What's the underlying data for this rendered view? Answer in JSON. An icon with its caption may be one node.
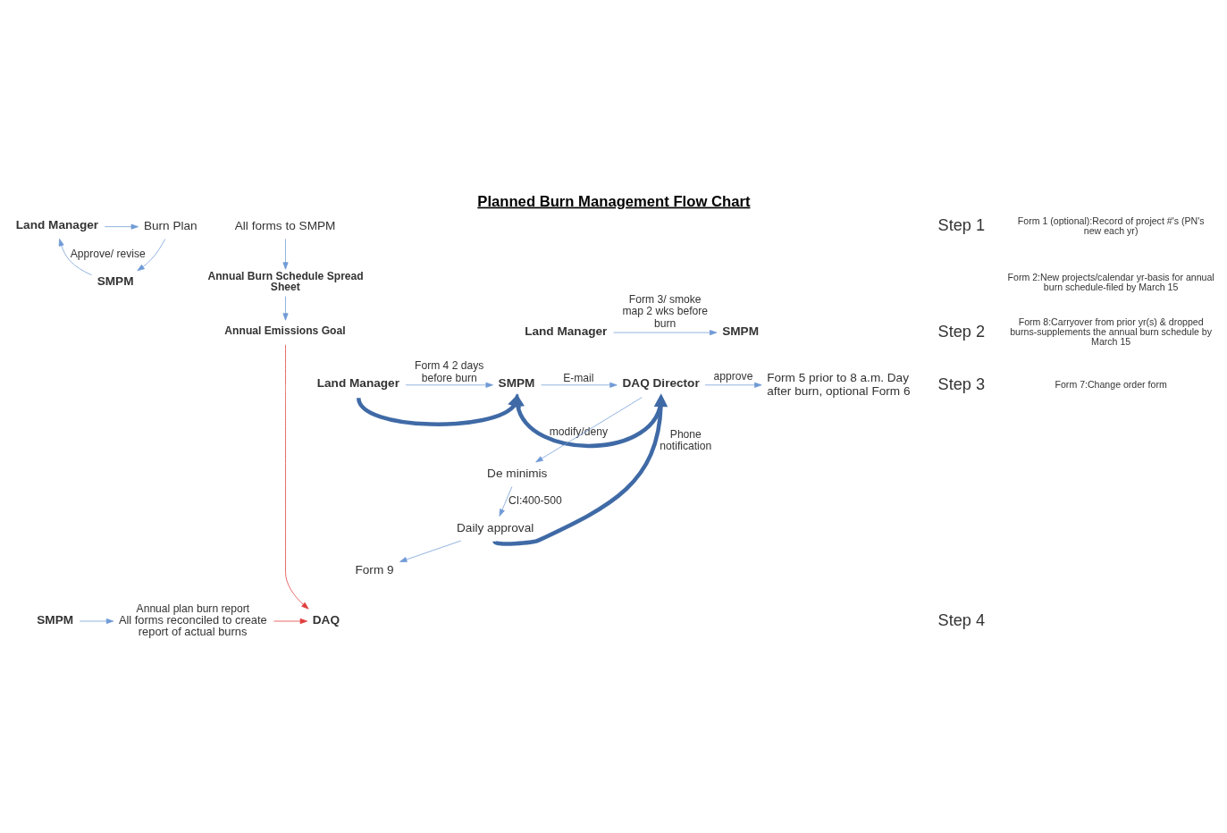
{
  "diagram": {
    "title": "Planned Burn Management Flow Chart",
    "nodes": [
      {
        "text": [
          "Land Manager"
        ]
      },
      {
        "text": [
          "Burn Plan"
        ]
      },
      {
        "text": [
          "SMPM"
        ]
      },
      {
        "text": [
          "All forms to SMPM"
        ]
      },
      {
        "text": [
          "Annual Burn Schedule Spread Sheet"
        ]
      },
      {
        "text": [
          "Annual Emissions Goal"
        ]
      },
      {
        "text": [
          "Land Manager"
        ]
      },
      {
        "text": [
          "SMPM"
        ]
      },
      {
        "text": [
          "Land Manager"
        ]
      },
      {
        "text": [
          "SMPM"
        ]
      },
      {
        "text": [
          "DAQ Director"
        ]
      },
      {
        "text": [
          "Form 5 prior to 8 a.m. Day after burn, optional Form 6"
        ]
      },
      {
        "text": [
          "De minimis"
        ]
      },
      {
        "text": [
          "Daily approval"
        ]
      },
      {
        "text": [
          "Form 9"
        ]
      },
      {
        "text": [
          "SMPM"
        ]
      },
      {
        "text": [
          "Annual plan burn report",
          "All forms reconciled to create report of actual burns"
        ]
      },
      {
        "text": [
          "DAQ"
        ]
      }
    ],
    "edges": [
      {
        "from": 0,
        "to": 1,
        "arrow": "to"
      },
      {
        "from": 1,
        "to": 2,
        "arrow": "to"
      },
      {
        "from": 2,
        "to": 0,
        "arrow": "to",
        "label": "Approve/ revise"
      },
      {
        "from": 3,
        "to": 4,
        "arrow": "to"
      },
      {
        "from": 4,
        "to": 5,
        "arrow": "to"
      },
      {
        "from": 6,
        "to": 7,
        "arrow": "to",
        "label": "Form 3/ smoke map 2 wks before burn"
      },
      {
        "from": 8,
        "to": 9,
        "arrow": "to",
        "label": "Form 4 2 days before burn"
      },
      {
        "from": 9,
        "to": 10,
        "arrow": "to",
        "label": "E-mail"
      },
      {
        "from": 10,
        "to": 11,
        "arrow": "to",
        "label": "approve"
      },
      {
        "from": 10,
        "to": 12,
        "arrow": "to"
      },
      {
        "from": 12,
        "to": 13,
        "arrow": "to",
        "label": "CI:400-500"
      },
      {
        "from": 13,
        "to": 14,
        "arrow": "to"
      },
      {
        "from": 8,
        "to": 9,
        "arrow": "to",
        "style": "thick",
        "color": "#3f6aa6"
      },
      {
        "from": 10,
        "to": 9,
        "arrow": "to",
        "style": "thick",
        "color": "#3f6aa6",
        "label": "modify/deny"
      },
      {
        "from": 13,
        "to": 10,
        "arrow": "to",
        "style": "thick",
        "color": "#3f6aa6",
        "label": "Phone notification"
      },
      {
        "from": 5,
        "to": 17,
        "arrow": "to",
        "color": "#e03c3c"
      },
      {
        "from": 15,
        "to": 16,
        "arrow": "to"
      },
      {
        "from": 16,
        "to": 17,
        "arrow": "to",
        "color": "#e03c3c"
      }
    ],
    "labels": [
      "Step 1",
      "Form 1 (optional):Record of project #'s (PN's new each yr)",
      "Form 2:New projects/calendar yr-basis for annual burn schedule-filed by March 15",
      "Form 8:Carryover from prior yr(s) & dropped burns-supplements the annual burn schedule by March 15",
      "Form 7:Change order form",
      "Step 2",
      "Step 3",
      "Step 4"
    ]
  }
}
